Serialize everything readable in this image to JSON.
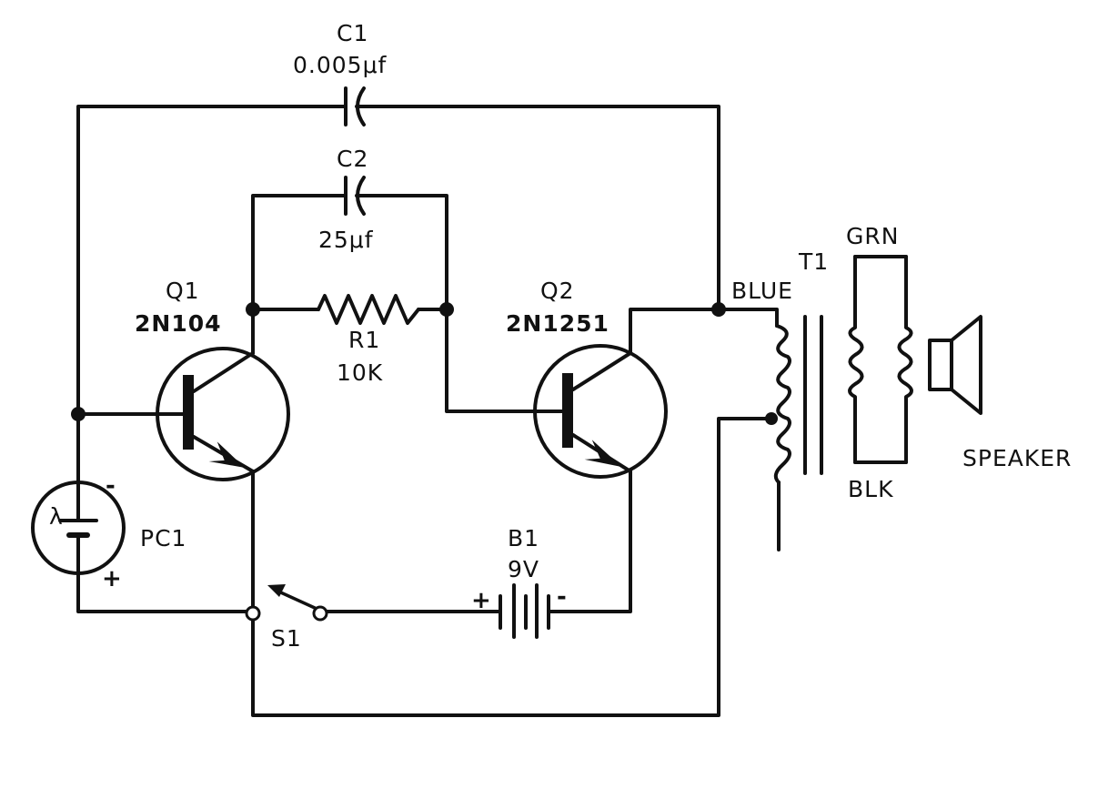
{
  "components": {
    "c1": {
      "ref": "C1",
      "value": "0.005μf"
    },
    "c2": {
      "ref": "C2",
      "value": "25μf"
    },
    "q1": {
      "ref": "Q1",
      "part": "2N104"
    },
    "r1": {
      "ref": "R1",
      "value": "10K"
    },
    "q2": {
      "ref": "Q2",
      "part": "2N1251"
    },
    "t1": {
      "ref": "T1"
    },
    "pc1": {
      "ref": "PC1",
      "symbol": "λ",
      "minus": "-",
      "plus": "+"
    },
    "b1": {
      "ref": "B1",
      "value": "9V",
      "plus": "+",
      "minus": "-"
    },
    "s1": {
      "ref": "S1"
    }
  },
  "wire_labels": {
    "blue": "BLUE",
    "grn": "GRN",
    "blk": "BLK"
  },
  "speaker": {
    "label": "SPEAKER"
  }
}
